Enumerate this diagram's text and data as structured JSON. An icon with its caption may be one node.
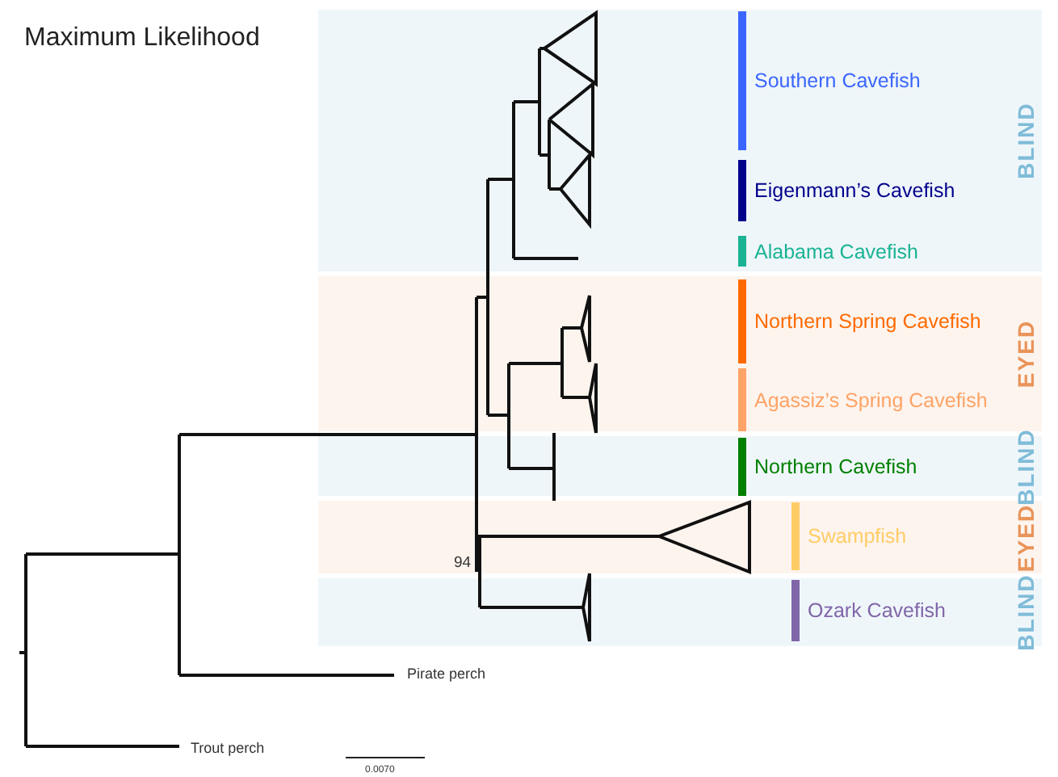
{
  "diagram": {
    "title": "Maximum Likelihood",
    "nodes": [
      {
        "text": [
          "BLIND"
        ]
      },
      {
        "text": [
          "Southern Cavefish"
        ],
        "in": 0
      },
      {
        "text": [
          "Eigenmann’s Cavefish"
        ],
        "in": 0
      },
      {
        "text": [
          "Alabama Cavefish"
        ],
        "in": 0
      },
      {
        "text": [
          "EYED"
        ]
      },
      {
        "text": [
          "Northern Spring Cavefish"
        ],
        "in": 4
      },
      {
        "text": [
          "Agassiz’s Spring Cavefish"
        ],
        "in": 4
      },
      {
        "text": [
          "BLIND"
        ]
      },
      {
        "text": [
          "Northern Cavefish"
        ],
        "in": 7
      },
      {
        "text": [
          "EYED"
        ]
      },
      {
        "text": [
          "Swampfish"
        ],
        "in": 9
      },
      {
        "text": [
          "BLIND"
        ]
      },
      {
        "text": [
          "Ozark Cavefish"
        ],
        "in": 11
      }
    ],
    "labels": [
      "Pirate perch",
      "Trout perch",
      "94",
      "0.0070"
    ]
  }
}
